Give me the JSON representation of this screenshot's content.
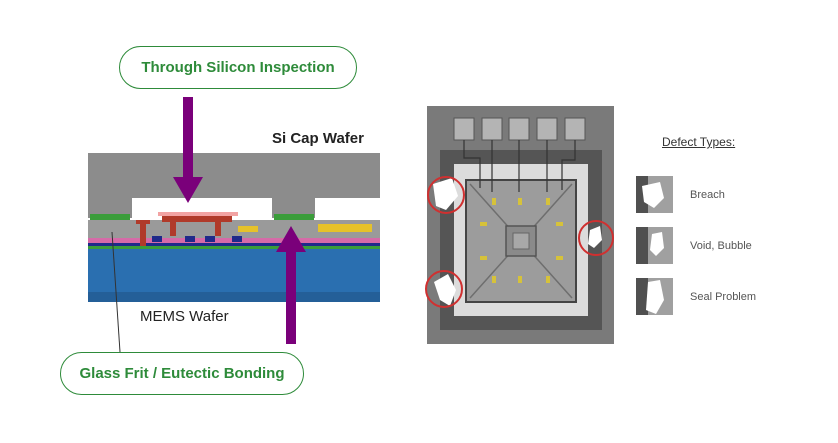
{
  "labels": {
    "through_silicon": "Through Silicon Inspection",
    "si_cap_wafer": "Si Cap Wafer",
    "mems_wafer": "MEMS Wafer",
    "glass_frit": "Glass Frit / Eutectic Bonding"
  },
  "defects": {
    "title": "Defect Types:",
    "items": [
      {
        "label": "Breach",
        "icon": "breach-swatch"
      },
      {
        "label": "Void, Bubble",
        "icon": "void-bubble-swatch"
      },
      {
        "label": "Seal Problem",
        "icon": "seal-problem-swatch"
      }
    ]
  },
  "colors": {
    "accent_green": "#2e8b3a",
    "arrow_purple": "#7a007a",
    "cap_gray": "#8c8c8c",
    "mems_blue": "#2a6fb0",
    "defect_circle": "#d03030"
  }
}
